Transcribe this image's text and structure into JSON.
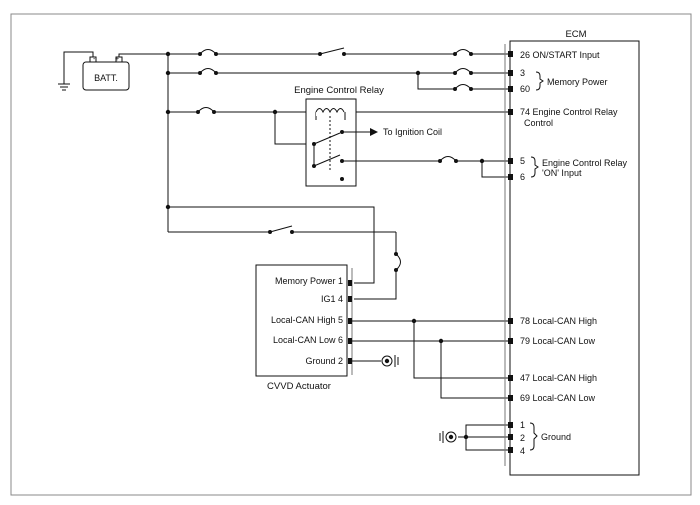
{
  "battery": {
    "label": "BATT."
  },
  "relay": {
    "title": "Engine Control Relay",
    "output_label": "To Ignition Coil"
  },
  "ecm": {
    "title": "ECM",
    "pins": {
      "p26": "26 ON/START Input",
      "p3": "3",
      "p60": "60",
      "p74_line1": "74 Engine Control Relay",
      "p74_line2": "Control",
      "p5": "5",
      "p6": "6",
      "p78": "78 Local-CAN High",
      "p79": "79 Local-CAN Low",
      "p47": "47 Local-CAN High",
      "p69": "69 Local-CAN Low",
      "p1": "1",
      "p2": "2",
      "p4": "4"
    },
    "groups": {
      "memory_power": "Memory Power",
      "relay_on_line1": "Engine Control Relay",
      "relay_on_line2": "'ON' Input",
      "ground": "Ground"
    }
  },
  "cvvd": {
    "title": "CVVD Actuator",
    "pins": {
      "memory_power": "Memory Power 1",
      "ig1": "IG1 4",
      "can_high": "Local-CAN High 5",
      "can_low": "Local-CAN Low 6",
      "ground": "Ground 2"
    }
  }
}
